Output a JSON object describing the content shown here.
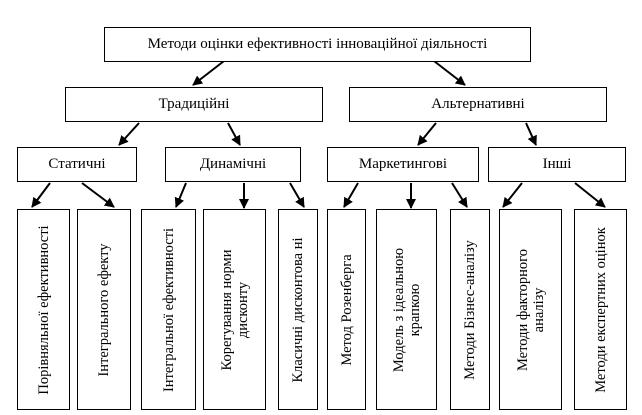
{
  "diagram": {
    "root": "Методи оцінки ефективності інноваційної діяльності",
    "level1": {
      "traditional": "Традиційні",
      "alternative": "Альтернативні"
    },
    "level2": {
      "static": "Статичні",
      "dynamic": "Динамічні",
      "marketing": "Маркетингові",
      "other": "Інші"
    },
    "leaves": {
      "comparative": "Порівняльної ефективності",
      "integral_effect": "Інтегрального ефекту",
      "integral_efficiency": "Інтегральної ефективності",
      "discount_adjustment": "Корегування норми\nдисконту",
      "classic_discount": "Класичні дисконтова ні",
      "rosenberg": "Метод Розенберга",
      "ideal_point": "Модель з ідеальною\nкрапкою",
      "business_analysis": "Методи Бізнес-аналізу",
      "factor_analysis": "Методи факторного\nаналізу",
      "expert_estimates": "Методи експертних оцінок"
    }
  },
  "style": {
    "line_color": "#000000",
    "background": "#ffffff"
  }
}
